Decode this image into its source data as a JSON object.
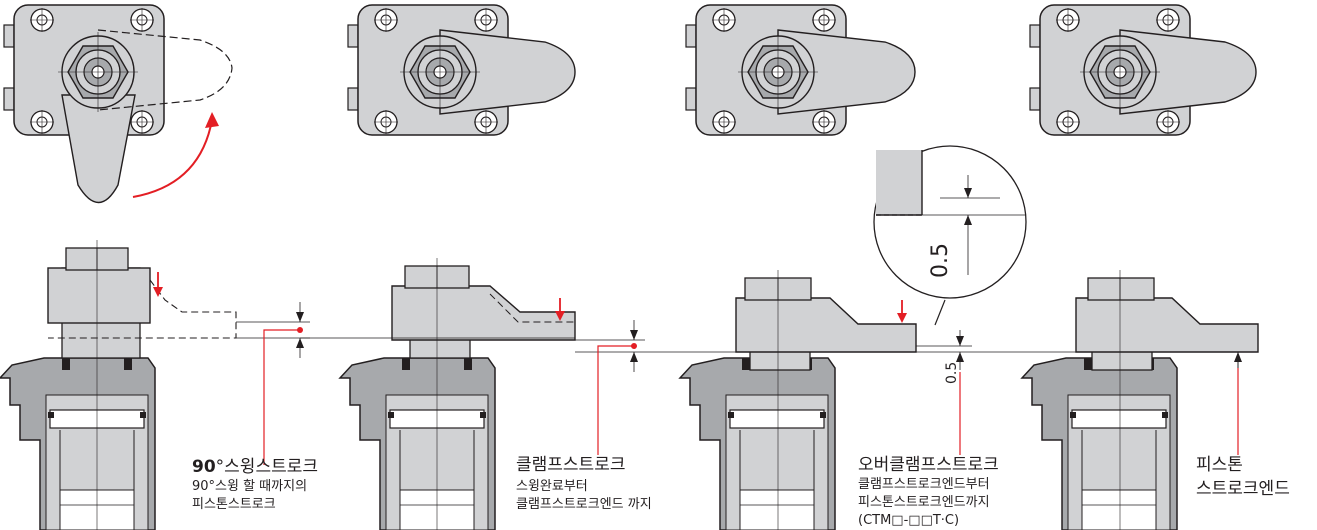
{
  "labels": {
    "stroke90_num": "90",
    "stroke90_title": "°스윙스트로크",
    "stroke90_desc1": "90°스윙 할 때까지의",
    "stroke90_desc2": "피스톤스트로크",
    "clamp_title": "클램프스트로크",
    "clamp_desc1": "스윙완료부터",
    "clamp_desc2": "클램프스트로크엔드 까지",
    "over_title": "오버클램프스트로크",
    "over_desc1": "클램프스트로크엔드부터",
    "over_desc2": "피스톤스트로크엔드까지",
    "over_desc3": "(CTM□-□□T·C)",
    "end_title1": "피스톤",
    "end_title2": "스트로크엔드",
    "dim_detail": "0.5",
    "dim_main": "0.5"
  },
  "colors": {
    "line": "#231f20",
    "fill_body": "#d1d2d4",
    "fill_dark": "#a7a9ac",
    "accent": "#e31e24"
  },
  "icons": [
    "rotation-arrow-icon",
    "stroke-arrow-icon"
  ]
}
